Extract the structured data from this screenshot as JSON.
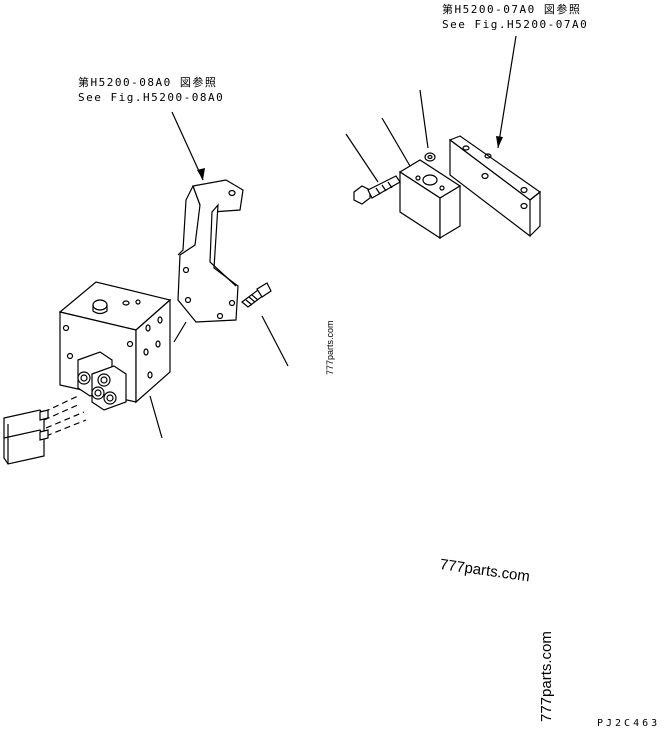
{
  "references": {
    "bracket_ref": {
      "line1": "第H5200-08A0 図参照",
      "line2": "See Fig.H5200-08A0"
    },
    "plate_ref": {
      "line1": "第H5200-07A0 図参照",
      "line2": "See Fig.H5200-07A0"
    }
  },
  "watermarks": [
    "777parts.com",
    "777parts.com",
    "777parts.com"
  ],
  "drawing_code": "PJ2C463"
}
